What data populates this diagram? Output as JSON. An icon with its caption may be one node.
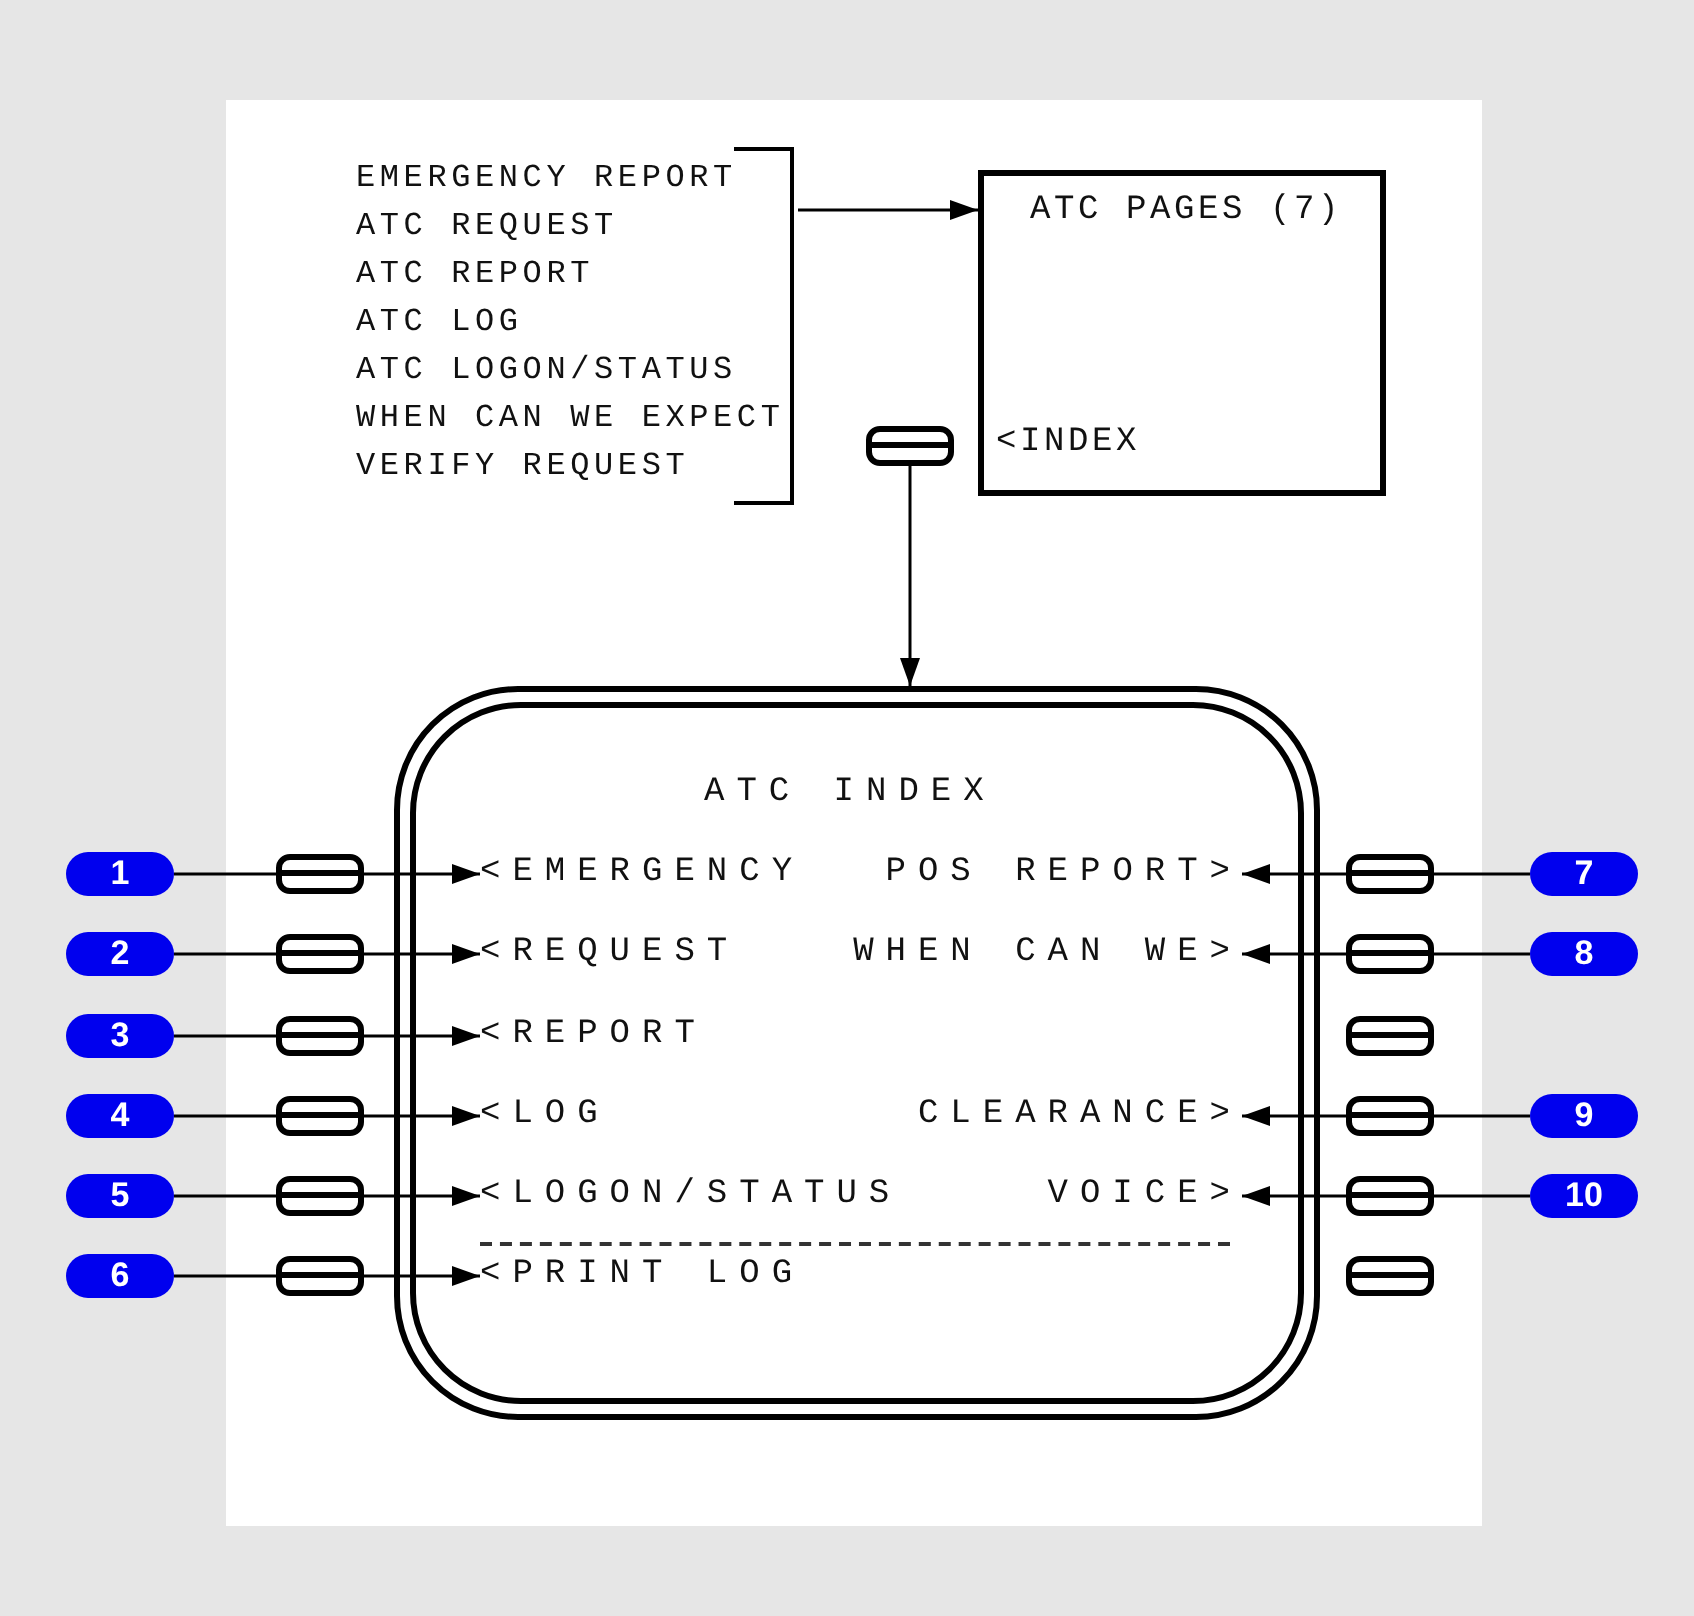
{
  "diagram": {
    "nodes": [
      {
        "text": [
          "EMERGENCY REPORT",
          "ATC REQUEST",
          "ATC REPORT",
          "ATC LOG",
          "ATC LOGON/STATUS",
          "WHEN CAN WE EXPECT",
          "VERIFY REQUEST"
        ]
      },
      {
        "text": [
          "ATC PAGES (7)",
          "<INDEX"
        ]
      },
      {
        "text": [],
        "shape": "button"
      },
      {
        "text": [
          "ATC INDEX"
        ]
      },
      {
        "text": [
          "<EMERGENCY"
        ],
        "in": 3
      },
      {
        "text": [
          "<REQUEST"
        ],
        "in": 3
      },
      {
        "text": [
          "<REPORT"
        ],
        "in": 3
      },
      {
        "text": [
          "<LOG"
        ],
        "in": 3
      },
      {
        "text": [
          "<LOGON/STATUS"
        ],
        "in": 3
      },
      {
        "text": [
          "<PRINT LOG"
        ],
        "in": 3
      },
      {
        "text": [
          "POS REPORT>"
        ],
        "in": 3
      },
      {
        "text": [
          "WHEN CAN WE>"
        ],
        "in": 3
      },
      {
        "text": [
          "CLEARANCE>"
        ],
        "in": 3
      },
      {
        "text": [
          "VOICE>"
        ],
        "in": 3
      },
      {
        "text": [],
        "shape": "button"
      },
      {
        "text": [],
        "shape": "button"
      },
      {
        "text": [],
        "shape": "button"
      },
      {
        "text": [],
        "shape": "button"
      },
      {
        "text": [],
        "shape": "button"
      },
      {
        "text": [],
        "shape": "button"
      },
      {
        "text": [],
        "shape": "button"
      },
      {
        "text": [],
        "shape": "button"
      },
      {
        "text": [],
        "shape": "button"
      },
      {
        "text": [],
        "shape": "button"
      },
      {
        "text": [],
        "shape": "button"
      },
      {
        "text": [],
        "shape": "button"
      },
      {
        "text": [
          "1"
        ]
      },
      {
        "text": [
          "2"
        ]
      },
      {
        "text": [
          "3"
        ]
      },
      {
        "text": [
          "4"
        ]
      },
      {
        "text": [
          "5"
        ]
      },
      {
        "text": [
          "6"
        ]
      },
      {
        "text": [
          "7"
        ]
      },
      {
        "text": [
          "8"
        ]
      },
      {
        "text": [
          "9"
        ]
      },
      {
        "text": [
          "10"
        ]
      }
    ],
    "edges": [
      {
        "from": 0,
        "to": 1,
        "arrow": "to"
      },
      {
        "from": 2,
        "to": 3,
        "arrow": "to"
      },
      {
        "from": 26,
        "to": 14,
        "arrow": "none"
      },
      {
        "from": 14,
        "to": 4,
        "arrow": "to"
      },
      {
        "from": 27,
        "to": 15,
        "arrow": "none"
      },
      {
        "from": 15,
        "to": 5,
        "arrow": "to"
      },
      {
        "from": 28,
        "to": 16,
        "arrow": "none"
      },
      {
        "from": 16,
        "to": 6,
        "arrow": "to"
      },
      {
        "from": 29,
        "to": 17,
        "arrow": "none"
      },
      {
        "from": 17,
        "to": 7,
        "arrow": "to"
      },
      {
        "from": 30,
        "to": 18,
        "arrow": "none"
      },
      {
        "from": 18,
        "to": 8,
        "arrow": "to"
      },
      {
        "from": 31,
        "to": 19,
        "arrow": "none"
      },
      {
        "from": 19,
        "to": 9,
        "arrow": "to"
      },
      {
        "from": 32,
        "to": 20,
        "arrow": "none"
      },
      {
        "from": 20,
        "to": 10,
        "arrow": "to"
      },
      {
        "from": 33,
        "to": 21,
        "arrow": "none"
      },
      {
        "from": 21,
        "to": 11,
        "arrow": "to"
      },
      {
        "from": 34,
        "to": 23,
        "arrow": "none"
      },
      {
        "from": 23,
        "to": 12,
        "arrow": "to"
      },
      {
        "from": 35,
        "to": 24,
        "arrow": "none"
      },
      {
        "from": 24,
        "to": 13,
        "arrow": "to"
      }
    ]
  }
}
